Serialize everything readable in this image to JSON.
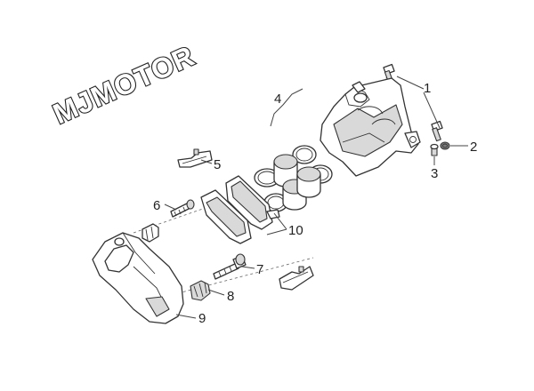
{
  "watermark": "MJMOTOR",
  "callouts": [
    {
      "id": "1",
      "label": "1"
    },
    {
      "id": "2",
      "label": "2"
    },
    {
      "id": "3",
      "label": "3"
    },
    {
      "id": "4",
      "label": "4"
    },
    {
      "id": "5",
      "label": "5"
    },
    {
      "id": "6",
      "label": "6"
    },
    {
      "id": "7",
      "label": "7"
    },
    {
      "id": "8",
      "label": "8"
    },
    {
      "id": "9",
      "label": "9"
    },
    {
      "id": "10",
      "label": "10"
    }
  ]
}
